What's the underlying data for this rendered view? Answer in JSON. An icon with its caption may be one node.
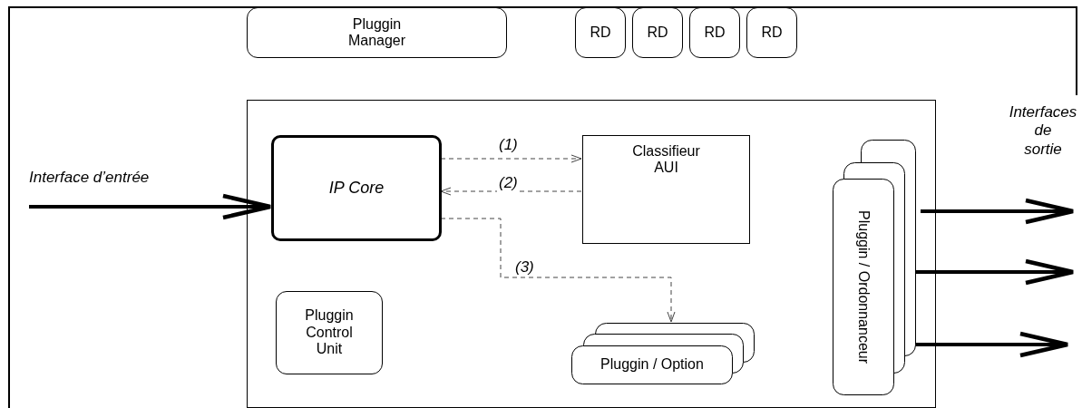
{
  "diagram": {
    "nodes": [
      {
        "text": [
          "Pluggin Manager"
        ]
      },
      {
        "text": [
          "RD"
        ]
      },
      {
        "text": [
          "RD"
        ]
      },
      {
        "text": [
          "RD"
        ]
      },
      {
        "text": [
          "RD"
        ]
      },
      {
        "text": [],
        "shape": "box"
      },
      {
        "text": [
          "IP Core"
        ],
        "in": 5
      },
      {
        "text": [
          "Classifieur AUI"
        ],
        "in": 5
      },
      {
        "text": [
          "Pluggin Control Unit"
        ],
        "in": 5
      },
      {
        "text": [
          "Pluggin / Option"
        ],
        "in": 5
      },
      {
        "text": [
          "Pluggin / Ordonnanceur"
        ],
        "in": 5
      }
    ],
    "edges": [
      {
        "from": null,
        "to": 6,
        "arrow": "to",
        "label": "Interface d’entrée"
      },
      {
        "from": 6,
        "to": 7,
        "arrow": "to",
        "label": "(1)",
        "style": "dashed"
      },
      {
        "from": 7,
        "to": 6,
        "arrow": "to",
        "label": "(2)",
        "style": "dashed"
      },
      {
        "from": 6,
        "to": 9,
        "arrow": "to",
        "label": "(3)",
        "style": "dashed"
      },
      {
        "from": 10,
        "to": null,
        "arrow": "to"
      },
      {
        "from": 10,
        "to": null,
        "arrow": "to"
      },
      {
        "from": 10,
        "to": null,
        "arrow": "to"
      }
    ],
    "labels": [
      "Interfaces de sortie"
    ]
  }
}
